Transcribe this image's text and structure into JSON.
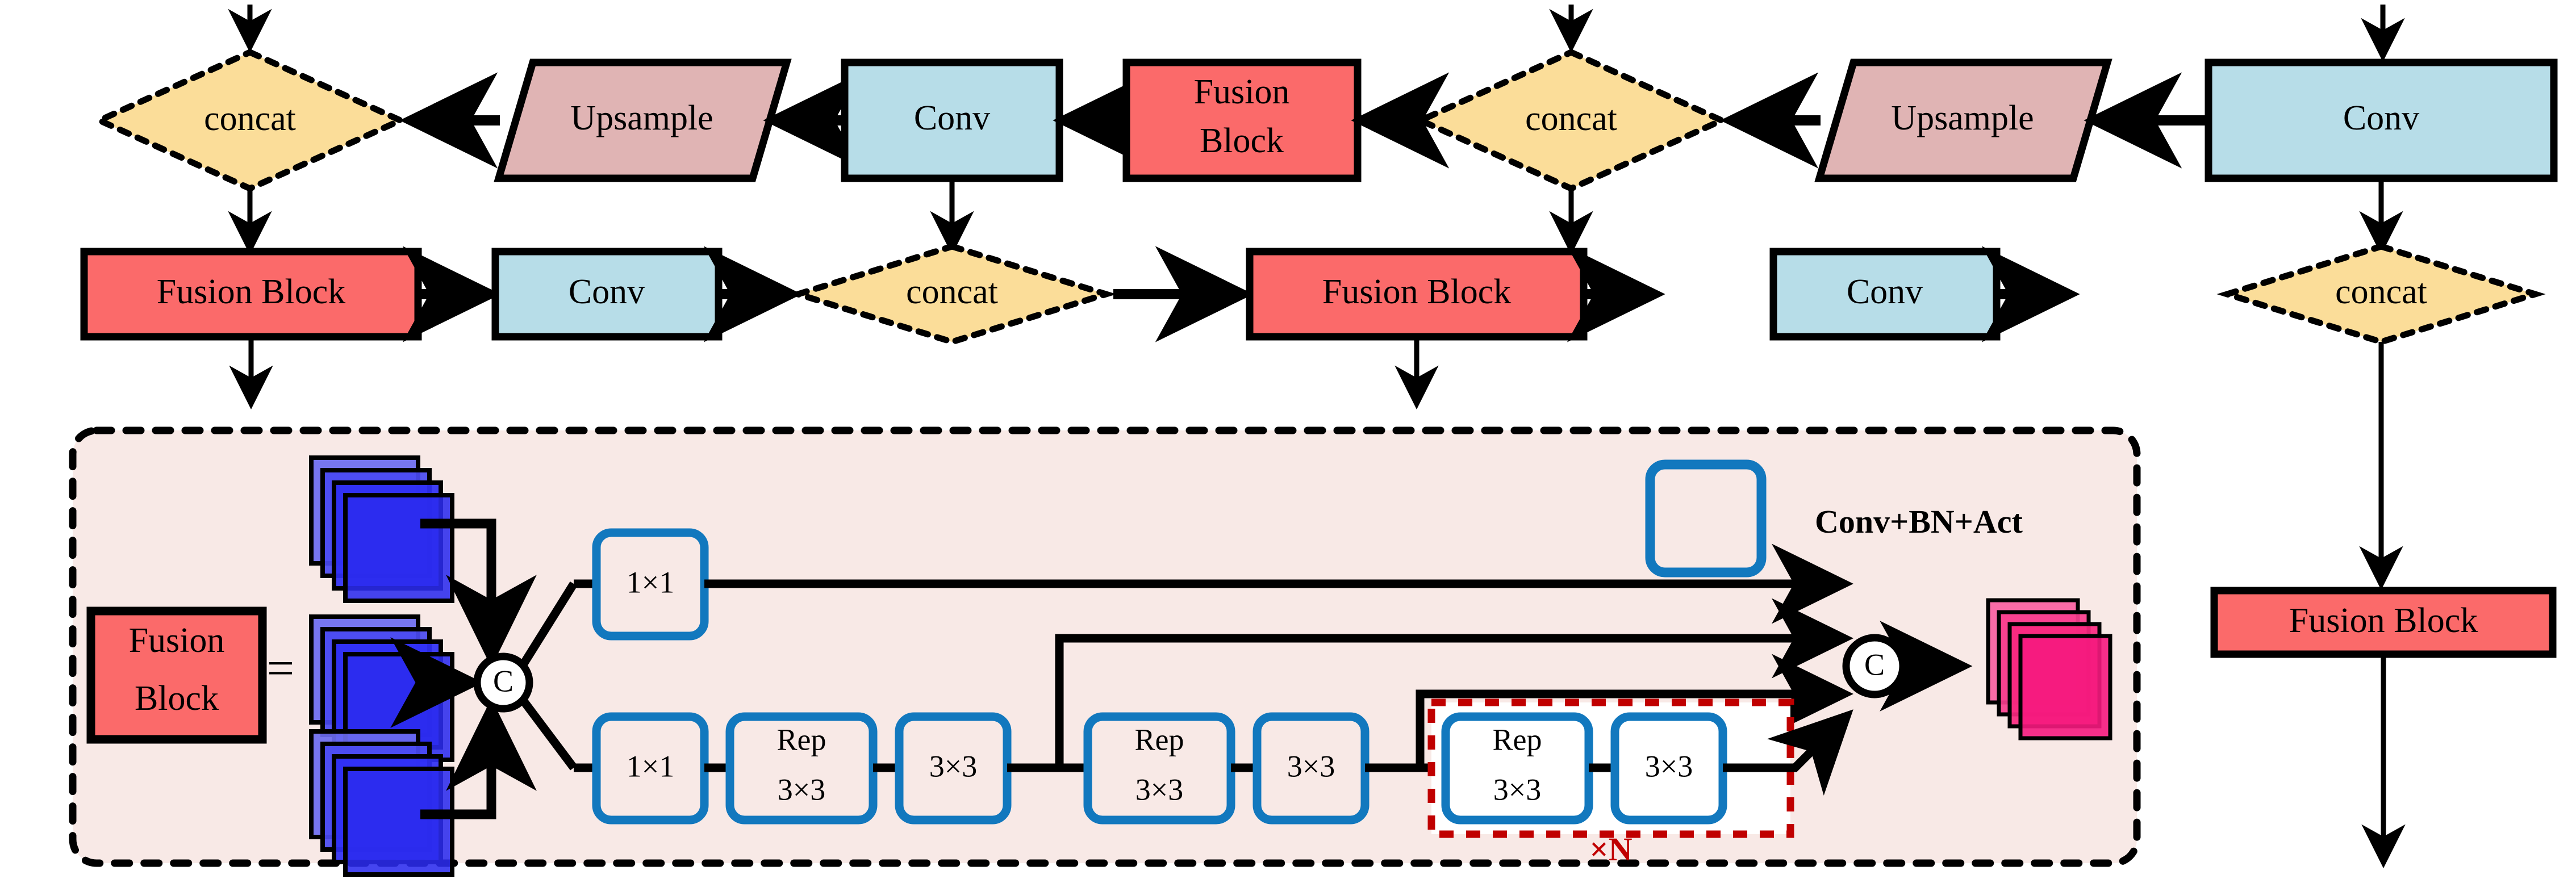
{
  "diagram": {
    "title": "Fusion Block network architecture",
    "colors": {
      "conv_fill": "#B7DDE8",
      "fusion_fill": "#FB6A6A",
      "concat_fill": "#FBDD99",
      "upsample_fill": "#E0B4B4",
      "panel_fill": "#F8E9E6",
      "cbr_stroke": "#1278BE",
      "repeat_stroke": "#C00000",
      "tensor_in": "#2B2BEE",
      "tensor_out": "#F5197E",
      "edge": "#000000"
    }
  },
  "row_top": {
    "nodes": [
      {
        "id": "concat-t1",
        "label": "concat",
        "shape": "diamond"
      },
      {
        "id": "upsample-t1",
        "label": "Upsample",
        "shape": "parallelogram"
      },
      {
        "id": "conv-t1",
        "label": "Conv",
        "shape": "rect"
      },
      {
        "id": "fusion-t1",
        "label": "Fusion\nBlock",
        "line1": "Fusion",
        "line2": "Block",
        "shape": "rect"
      },
      {
        "id": "concat-t2",
        "label": "concat",
        "shape": "diamond"
      },
      {
        "id": "upsample-t2",
        "label": "Upsample",
        "shape": "parallelogram"
      },
      {
        "id": "conv-t2",
        "label": "Conv",
        "shape": "rect"
      }
    ]
  },
  "row_mid": {
    "nodes": [
      {
        "id": "fusion-m1",
        "label": "Fusion Block",
        "shape": "rect"
      },
      {
        "id": "conv-m1",
        "label": "Conv",
        "shape": "rect"
      },
      {
        "id": "concat-m1",
        "label": "concat",
        "shape": "diamond"
      },
      {
        "id": "fusion-m2",
        "label": "Fusion Block",
        "shape": "rect"
      },
      {
        "id": "conv-m2",
        "label": "Conv",
        "shape": "rect"
      },
      {
        "id": "concat-m2",
        "label": "concat",
        "shape": "diamond"
      }
    ]
  },
  "row_right": {
    "nodes": [
      {
        "id": "fusion-r1",
        "label": "Fusion Block",
        "shape": "rect"
      }
    ]
  },
  "detail_panel": {
    "equals_sign": "=",
    "source_block": {
      "line1": "Fusion",
      "line2": "Block"
    },
    "legend": {
      "label": "Conv+BN+Act"
    },
    "concat_node_label": "C",
    "repeat_label": "×N",
    "branch_top": [
      {
        "id": "cbr-1x1-top",
        "label": "1×1"
      }
    ],
    "branch_bottom": [
      {
        "id": "cbr-1x1-bot",
        "label": "1×1"
      },
      {
        "id": "cbr-rep-1",
        "line1": "Rep",
        "line2": "3×3"
      },
      {
        "id": "cbr-3x3-1",
        "label": "3×3"
      },
      {
        "id": "cbr-rep-2",
        "line1": "Rep",
        "line2": "3×3"
      },
      {
        "id": "cbr-3x3-2",
        "label": "3×3"
      },
      {
        "id": "cbr-rep-3",
        "line1": "Rep",
        "line2": "3×3"
      },
      {
        "id": "cbr-3x3-3",
        "label": "3×3"
      }
    ],
    "input_tensor_count": 3,
    "output_tensor_count": 1
  }
}
